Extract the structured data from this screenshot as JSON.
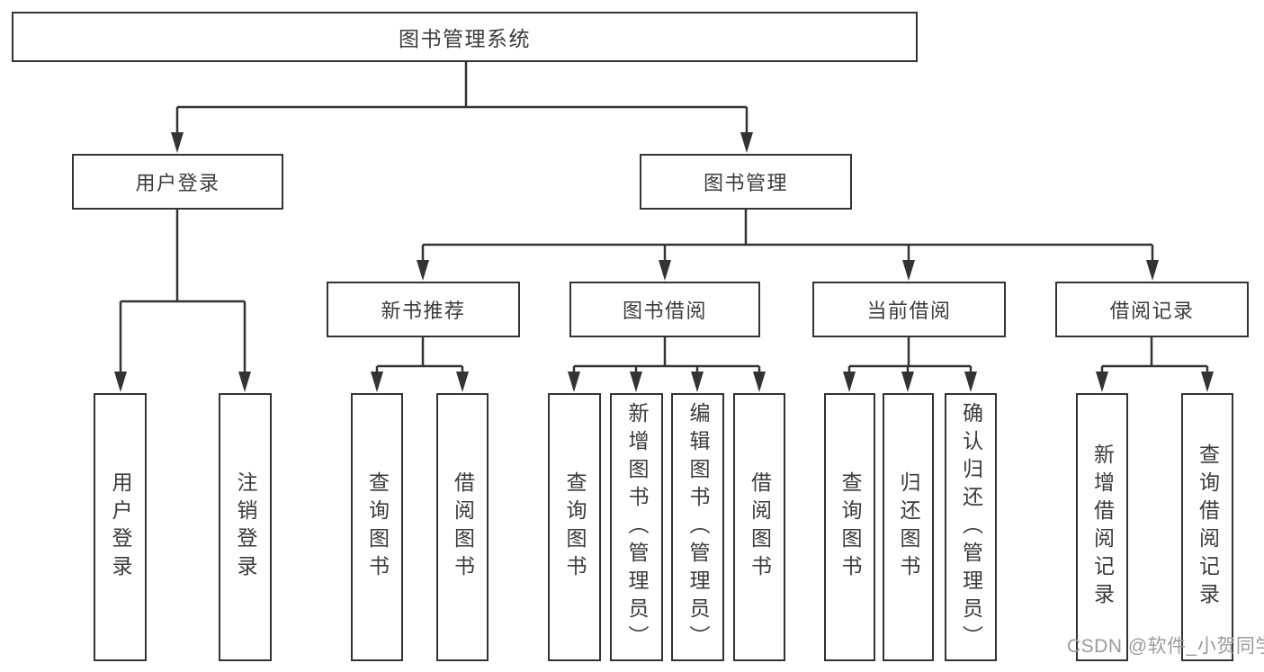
{
  "diagram": {
    "title": "图书管理系统",
    "tree": {
      "root": {
        "label": "图书管理系统"
      },
      "level2": [
        {
          "label": "用户登录",
          "children": [
            {
              "label": "用户登录"
            },
            {
              "label": "注销登录"
            }
          ]
        },
        {
          "label": "图书管理",
          "children": [
            {
              "label": "新书推荐",
              "children": [
                {
                  "label": "查询图书"
                },
                {
                  "label": "借阅图书"
                }
              ]
            },
            {
              "label": "图书借阅",
              "children": [
                {
                  "label": "查询图书"
                },
                {
                  "label": "新增图书（管理员）"
                },
                {
                  "label": "编辑图书（管理员）"
                },
                {
                  "label": "借阅图书"
                }
              ]
            },
            {
              "label": "当前借阅",
              "children": [
                {
                  "label": "查询图书"
                },
                {
                  "label": "归还图书"
                },
                {
                  "label": "确认归还（管理员）"
                }
              ]
            },
            {
              "label": "借阅记录",
              "children": [
                {
                  "label": "新增借阅记录"
                },
                {
                  "label": "查询借阅记录"
                }
              ]
            }
          ]
        }
      ]
    },
    "colors": {
      "line": "#333333",
      "box_border": "#333333",
      "text": "#3b3b3b",
      "watermark": "#9b9b9b",
      "background": "#ffffff"
    }
  },
  "watermark": "CSDN @软件_小贺同学"
}
